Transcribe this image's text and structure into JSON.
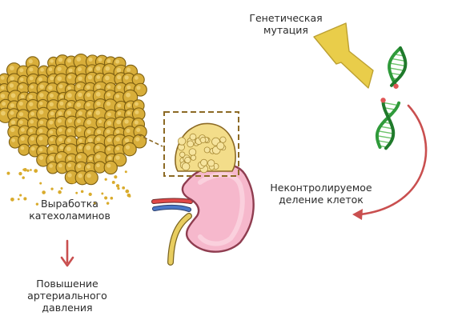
{
  "labels": {
    "genetic_mutation": [
      "Генетическая",
      "мутация"
    ],
    "uncontrolled_division": [
      "Неконтролируемое",
      "деление клеток"
    ],
    "catecholamine_production": [
      "Выработка",
      "катехоламинов"
    ],
    "blood_pressure_increase": [
      "Повышение",
      "артериального",
      "давления"
    ]
  },
  "icons": [
    "cell-cluster-icon",
    "adrenal-gland-icon",
    "kidney-icon",
    "lightning-bolt-icon",
    "dna-helix-icon"
  ],
  "colors": {
    "cell_fill": "#d8ae3a",
    "cell_outline": "#7d5f10",
    "kidney_fill": "#f6b8cc",
    "kidney_outline": "#8f3d50",
    "dna_green": "#2f9a3a",
    "bolt_yellow": "#e9cd4a",
    "arrow_red": "#c94f4f",
    "artery_red": "#e04848",
    "vein_blue": "#4a78c8",
    "ureter_yellow": "#e8cd60",
    "box_dash": "#8c6a25"
  }
}
